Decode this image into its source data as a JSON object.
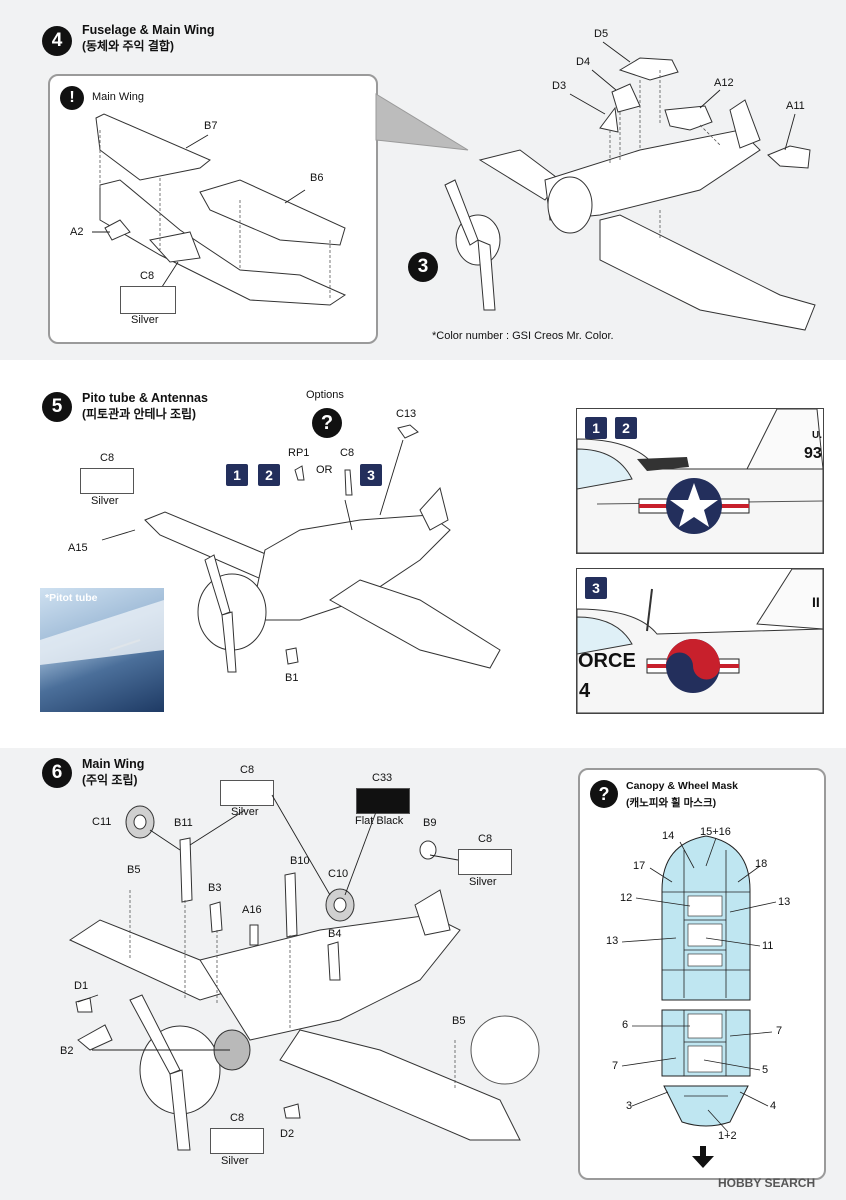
{
  "steps": [
    {
      "number": "4",
      "title": "Fuselage & Main Wing",
      "subtitle": "(동체와 주익 결합)"
    },
    {
      "number": "5",
      "title": "Pito tube & Antennas",
      "subtitle": "(피토관과 안테나 조립)"
    },
    {
      "number": "6",
      "title": "Main Wing",
      "subtitle": "(주익 조립)"
    }
  ],
  "s4": {
    "inset_title": "Main Wing",
    "parts": {
      "b7": "B7",
      "b6": "B6",
      "a2": "A2",
      "d5": "D5",
      "d4": "D4",
      "d3": "D3",
      "a12": "A12",
      "a11": "A11"
    },
    "paint": {
      "code": "C8",
      "name": "Silver"
    },
    "badge": "3",
    "color_note": "*Color number : GSI Creos Mr. Color."
  },
  "s5": {
    "options_label": "Options",
    "question_mark": "?",
    "parts": {
      "rp1": "RP1",
      "c8": "C8",
      "c13": "C13",
      "a15": "A15",
      "b1": "B1"
    },
    "or_label": "OR",
    "paint": {
      "code": "C8",
      "name": "Silver"
    },
    "tags": [
      "1",
      "2",
      "3"
    ],
    "pitot_label": "*Pitot tube",
    "marking_a": {
      "tags": [
        "1",
        "2"
      ],
      "serial": "U.",
      "serial2": "93"
    },
    "marking_b": {
      "tags": [
        "3"
      ],
      "text": "ORCE",
      "serial": "4",
      "serial2": "II"
    }
  },
  "s6": {
    "parts": {
      "c11": "C11",
      "b11": "B11",
      "b5a": "B5",
      "b3": "B3",
      "a16": "A16",
      "b10": "B10",
      "c10": "C10",
      "b4": "B4",
      "b9": "B9",
      "d1": "D1",
      "b2": "B2",
      "b5b": "B5",
      "d2": "D2"
    },
    "paint_silver_top": {
      "code": "C8",
      "name": "Silver"
    },
    "paint_black": {
      "code": "C33",
      "name": "Flat Black"
    },
    "paint_silver_right": {
      "code": "C8",
      "name": "Silver"
    },
    "paint_silver_bottom": {
      "code": "C8",
      "name": "Silver"
    },
    "mask": {
      "title": "Canopy & Wheel Mask",
      "subtitle": "(캐노피와 휠 마스크)",
      "question_mark": "?",
      "labels": {
        "n14": "14",
        "n15": "15+16",
        "n17": "17",
        "n18": "18",
        "n12": "12",
        "n13a": "13",
        "n13b": "13",
        "n11": "11",
        "n6": "6",
        "n7a": "7",
        "n7b": "7",
        "n5": "5",
        "n3": "3",
        "n4": "4",
        "n12b": "1+2"
      }
    }
  },
  "watermark": "HOBBY SEARCH",
  "colors": {
    "accent_navy": "#232f5c",
    "mask_blue": "#bfe6f1",
    "roundel_red": "#c8202c",
    "band_gray": "#f1f2f3"
  }
}
